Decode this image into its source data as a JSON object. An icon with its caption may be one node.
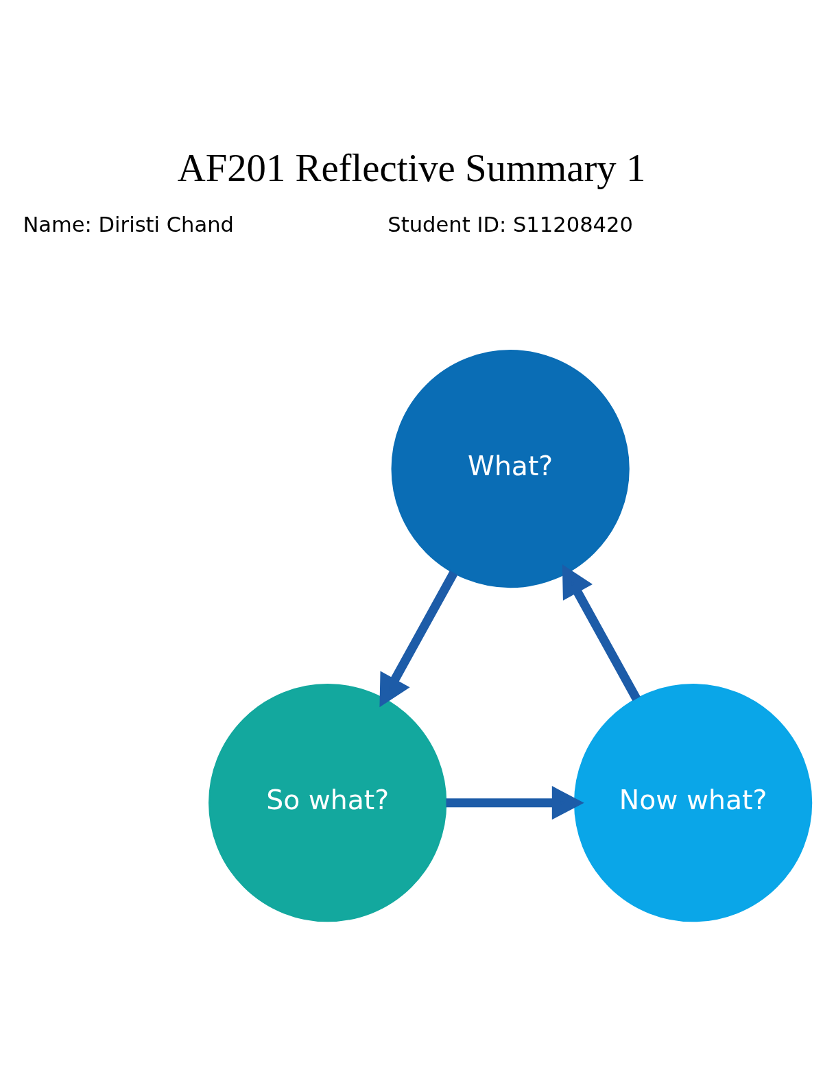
{
  "diagram": {
    "title": "AF201 Reflective Summary 1",
    "nodes": [
      {
        "text": [
          "What?"
        ]
      },
      {
        "text": [
          "So what?"
        ]
      },
      {
        "text": [
          "Now what?"
        ]
      }
    ],
    "edges": [
      {
        "from": 0,
        "to": 1,
        "arrow": "to"
      },
      {
        "from": 1,
        "to": 2,
        "arrow": "to"
      },
      {
        "from": 2,
        "to": 0,
        "arrow": "to"
      }
    ],
    "labels": [
      "Name: Diristi Chand",
      "Student ID: S11208420"
    ]
  }
}
